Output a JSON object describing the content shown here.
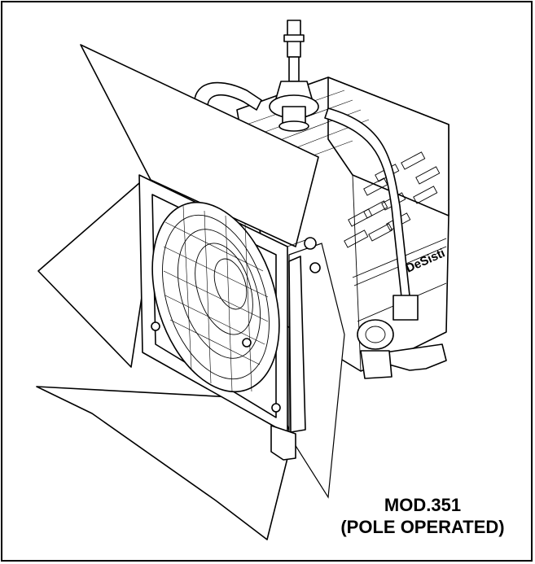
{
  "caption": {
    "model": "MOD.351",
    "mode": "(POLE OPERATED)"
  },
  "logo": {
    "text": "DeSisti"
  }
}
